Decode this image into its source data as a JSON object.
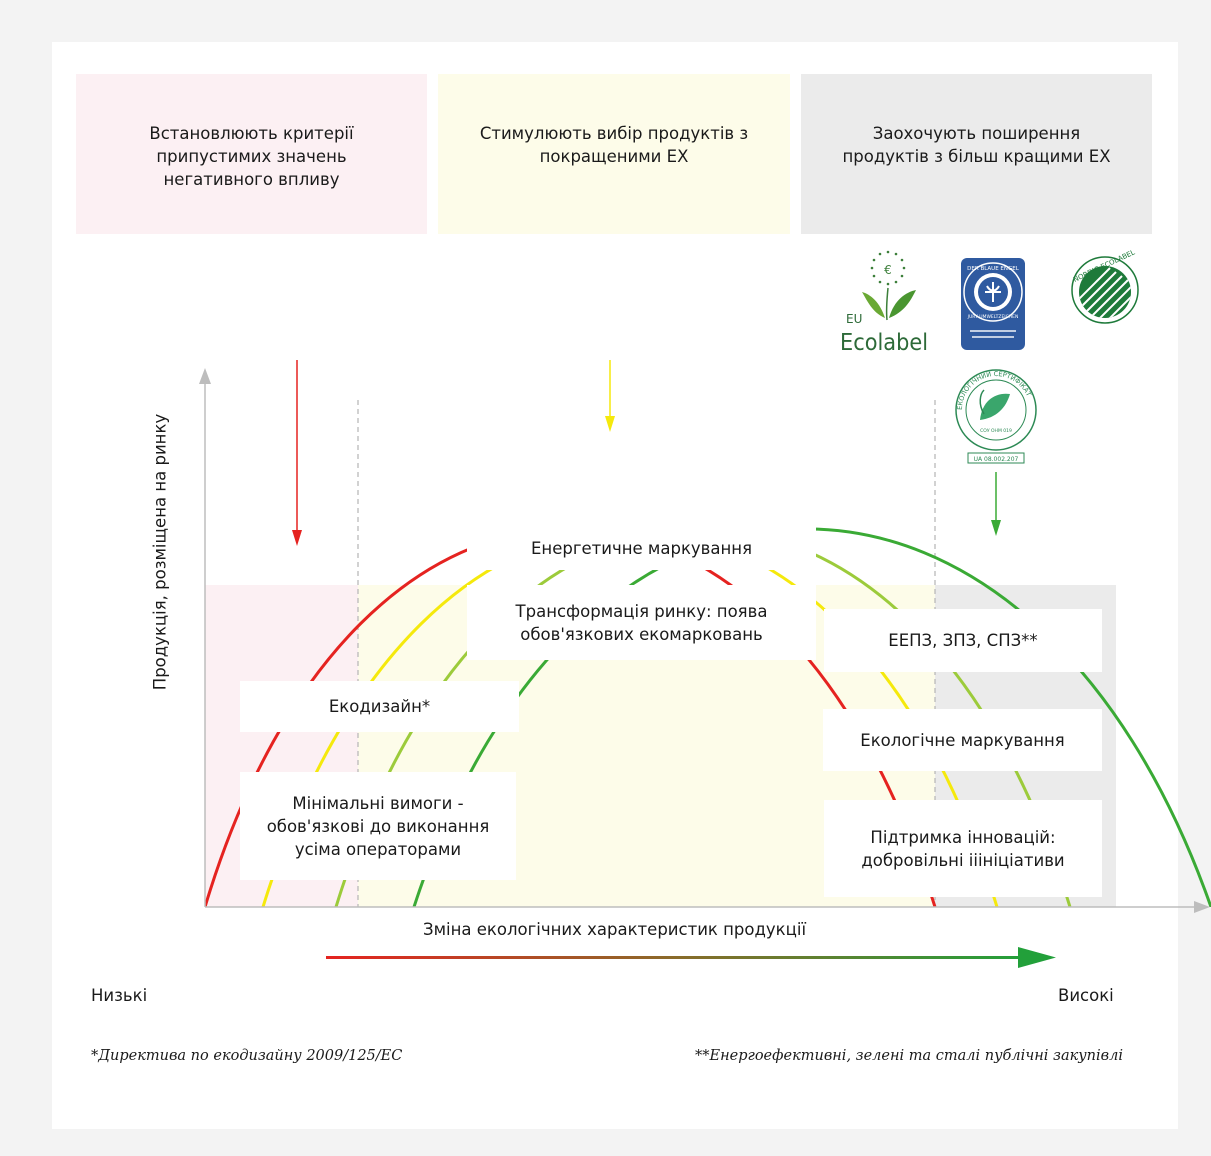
{
  "header_boxes": [
    {
      "text": "Встановлюють критерії\nприпустимих значень\nнегативного впливу",
      "color": "#fcf0f3"
    },
    {
      "text": "Стимулюють вибір продуктів з\nпокращеними ЕХ",
      "color": "#fdfce9"
    },
    {
      "text": "Заохочують поширення\nпродуктів з більш кращими ЕХ",
      "color": "#ebebeb"
    }
  ],
  "logos": {
    "eu_ecolabel": {
      "prefix": "EU",
      "word": "Ecolabel"
    },
    "blue_angel": {
      "top": "DER BLAUE ENGEL",
      "bottom": "JURY UMWELTZEICHEN"
    },
    "nordic": {
      "text": "NORDIC ECOLABEL"
    },
    "ukraine_cert": {
      "ring_text": "ЕКОЛОГІЧНИЙ СЕРТИФІКАТ",
      "inner": "СОУ ОНМ 019",
      "code": "UA 08.002.207"
    }
  },
  "axes": {
    "y_label": "Продукція, розміщена на ринку",
    "x_label": "Зміна екологічних характеристик продукції",
    "low": "Низькі",
    "high": "Високі"
  },
  "labels": {
    "energy_labeling": "Енергетичне маркування",
    "market_transform": "Трансформація ринку: поява\nобов'язкових екомарковань",
    "ecodesign": "Екодизайн*",
    "min_requirements": "Мінімальні вимоги -\nобов'язкові до виконання\nусіма операторами",
    "procurement": "ЕЕПЗ, ЗПЗ, СПЗ**",
    "eco_labeling": "Екологічне маркування",
    "innovation": "Підтримка інновацій:\nдобровільні ііініціативи"
  },
  "footnotes": {
    "left": "*Директива по екодизайну 2009/125/EC",
    "right": "**Енергоефективні, зелені та сталі публічні закупівлі"
  },
  "curve_colors": [
    "#e52320",
    "#f5e90c",
    "#9ccb3b",
    "#3aaa35"
  ],
  "zone_colors": {
    "left": "#fcf0f3",
    "middle": "#fdfce9",
    "right": "#ebebeb"
  }
}
